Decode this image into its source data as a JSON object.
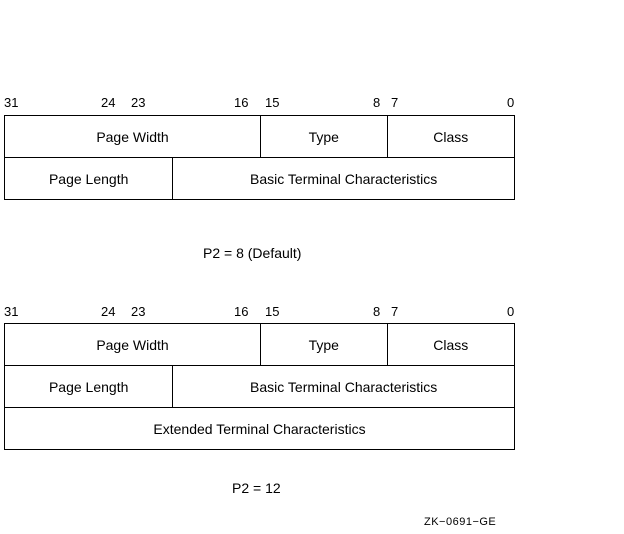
{
  "bit_positions": [
    "31",
    "24",
    "23",
    "16",
    "15",
    "8",
    "7",
    "0"
  ],
  "diagram1": {
    "row1": {
      "page_width": "Page Width",
      "type": "Type",
      "class": "Class"
    },
    "row2": {
      "page_length": "Page Length",
      "basic": "Basic Terminal Characteristics"
    },
    "caption": "P2 = 8 (Default)"
  },
  "diagram2": {
    "row1": {
      "page_width": "Page Width",
      "type": "Type",
      "class": "Class"
    },
    "row2": {
      "page_length": "Page Length",
      "basic": "Basic Terminal Characteristics"
    },
    "row3": {
      "extended": "Extended Terminal Characteristics"
    },
    "caption": "P2 = 12"
  },
  "figure_id": "ZK−0691−GE"
}
